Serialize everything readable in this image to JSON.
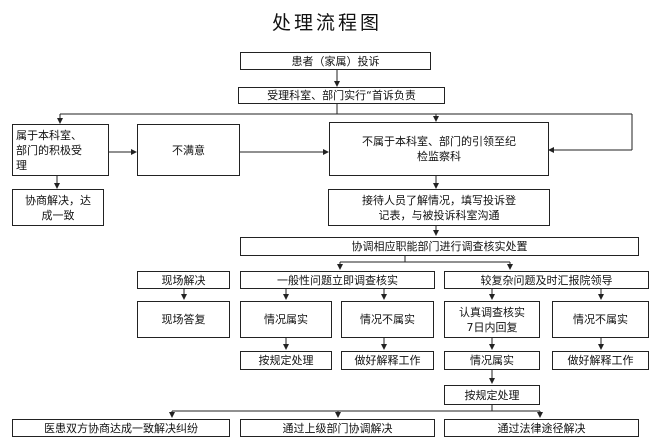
{
  "title": "处理流程图",
  "nodes": {
    "complaint": "患者（家属）投诉",
    "accept": "受理科室、部门实行“首诉负责",
    "belongs": "属于本科室、\n部门的积极受\n理",
    "unsatisfied": "不满意",
    "not_belongs": "不属于本科室、部门的引领至纪\n检监察科",
    "negotiate": "协商解决，达\n成一致",
    "reception": "接待人员了解情况，填写投诉登\n记表，与被投诉科室沟通",
    "coordinate": "协调相应职能部门进行调查核实处置",
    "onsite": "现场解决",
    "general": "一般性问题立即调查核实",
    "complex": "较复杂问题及时汇报院领导",
    "onsite_reply": "现场答复",
    "true_a": "情况属实",
    "false_a": "情况不属实",
    "verify": "认真调查核实\n7日内回复",
    "false_b": "情况不属实",
    "handle_a": "按规定处理",
    "explain_a": "做好解释工作",
    "true_b": "情况属实",
    "explain_b": "做好解释工作",
    "handle_b": "按规定处理",
    "bottom_1": "医患双方协商达成一致解决纠纷",
    "bottom_2": "通过上级部门协调解决",
    "bottom_3": "通过法律途径解决"
  }
}
